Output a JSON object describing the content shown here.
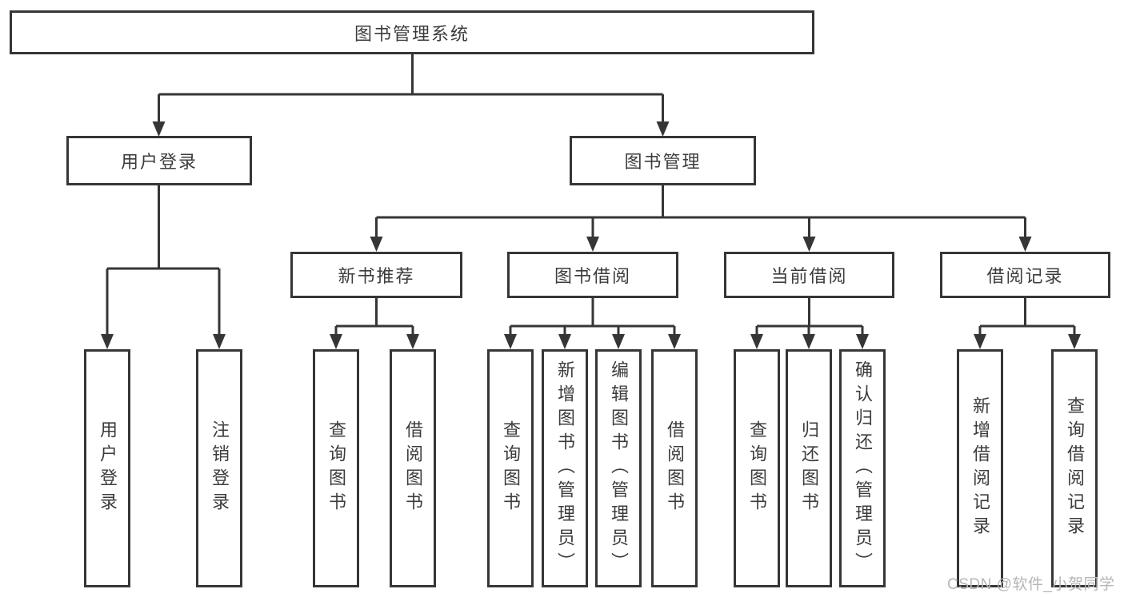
{
  "diagram": {
    "root": {
      "label": "图书管理系统"
    },
    "level2": [
      {
        "label": "用户登录"
      },
      {
        "label": "图书管理"
      }
    ],
    "level3": [
      {
        "label": "新书推荐"
      },
      {
        "label": "图书借阅"
      },
      {
        "label": "当前借阅"
      },
      {
        "label": "借阅记录"
      }
    ],
    "leaves": {
      "user": [
        "用户登录",
        "注销登录"
      ],
      "recommend": [
        "查询图书",
        "借阅图书"
      ],
      "borrow": [
        "查询图书",
        "新增图书（管理员）",
        "编辑图书（管理员）",
        "借阅图书"
      ],
      "current": [
        "查询图书",
        "归还图书",
        "确认归还（管理员）"
      ],
      "records": [
        "新增借阅记录",
        "查询借阅记录"
      ]
    },
    "watermark": "CSDN @软件_小贺同学",
    "colors": {
      "line": "#363636",
      "box_border": "#363636",
      "box_fill": "#ffffff",
      "text": "#3c3c3c",
      "watermark": "#b5b5b5"
    }
  }
}
